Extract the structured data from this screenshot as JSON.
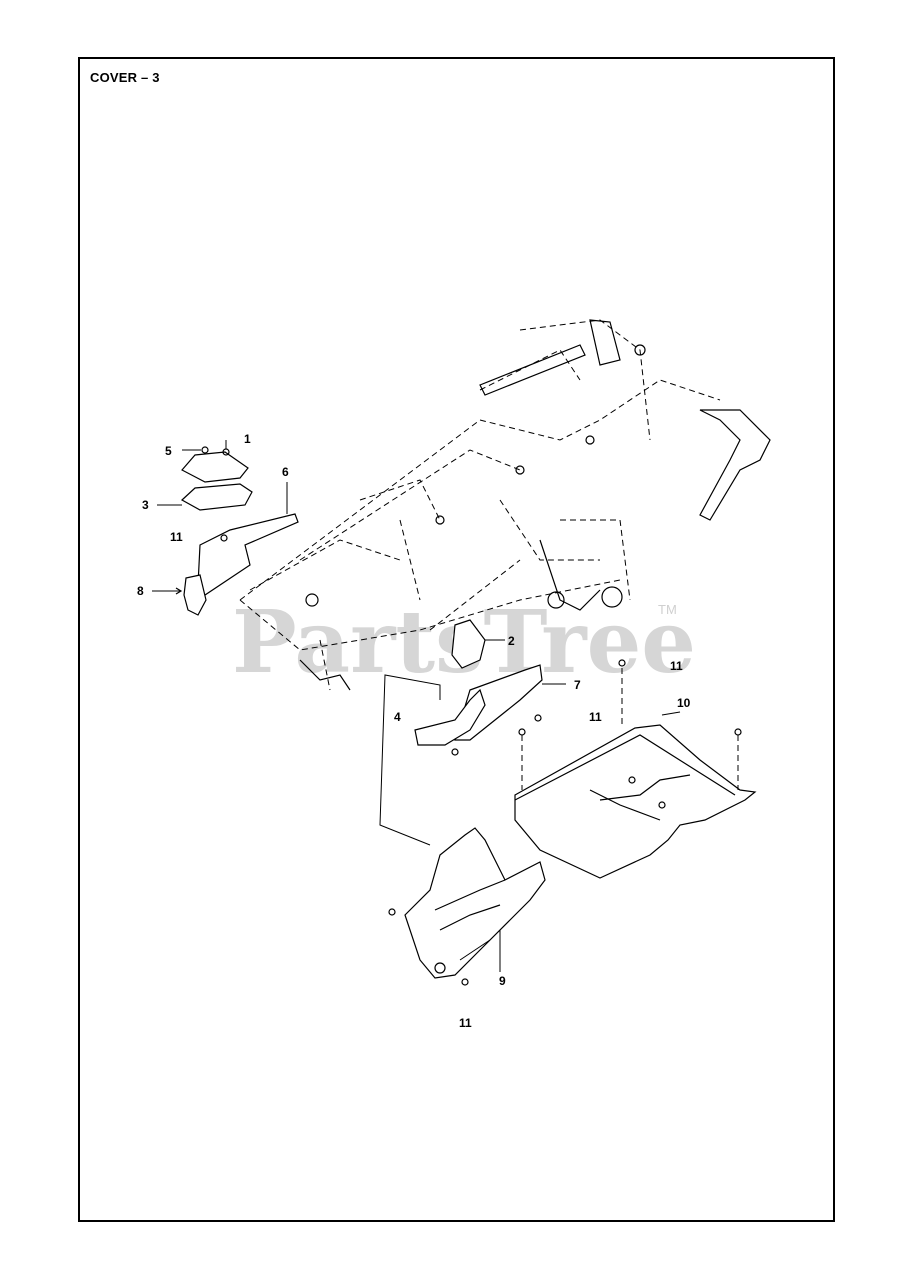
{
  "title": "COVER – 3",
  "watermark": {
    "text": "PartsTree",
    "trademark": "TM"
  },
  "callouts": {
    "c1": "1",
    "c2": "2",
    "c3": "3",
    "c4": "4",
    "c5": "5",
    "c6": "6",
    "c7": "7",
    "c8": "8",
    "c9": "9",
    "c10": "10",
    "c11a": "11",
    "c11b": "11",
    "c11c": "11",
    "c11d": "11"
  }
}
